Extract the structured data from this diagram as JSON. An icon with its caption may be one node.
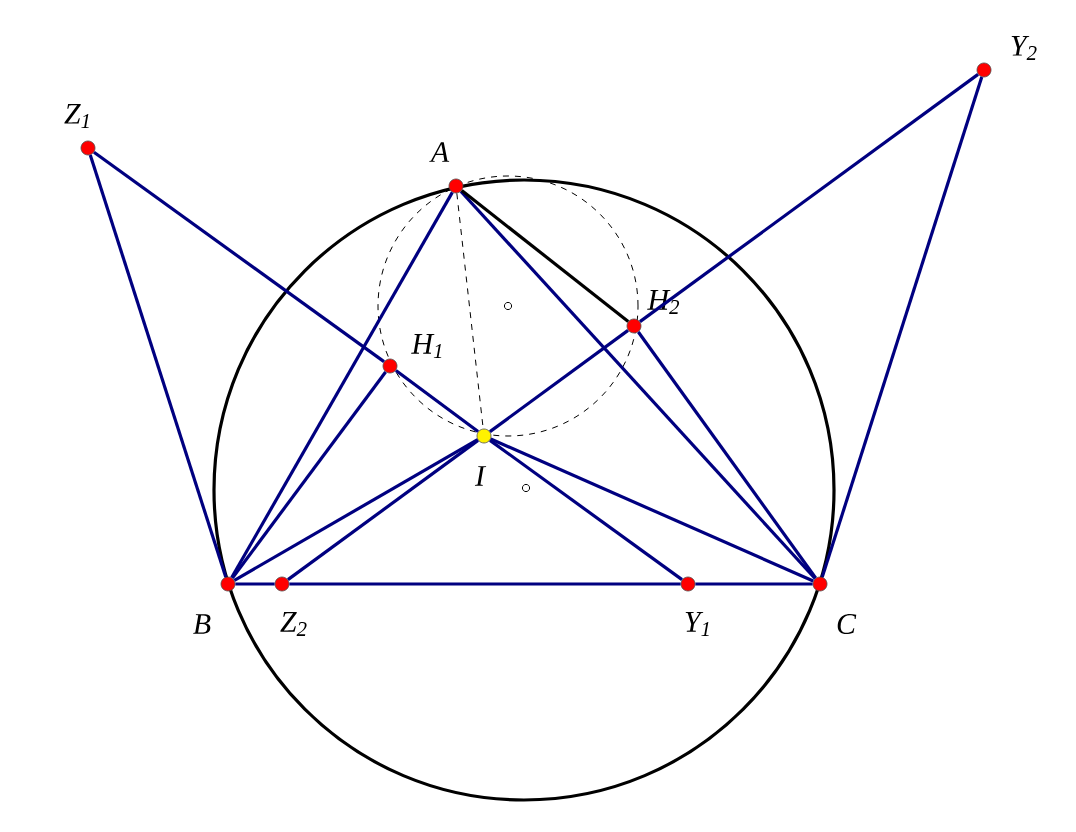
{
  "diagram": {
    "nodes": [
      {
        "text": [
          "A"
        ]
      },
      {
        "text": [
          "B"
        ]
      },
      {
        "text": [
          "C"
        ]
      },
      {
        "text": [
          "I"
        ]
      },
      {
        "text": [
          "H$_{1}$"
        ]
      },
      {
        "text": [
          "H$_{2}$"
        ]
      },
      {
        "text": [
          "Z$_{1}$"
        ]
      },
      {
        "text": [
          "Y$_{1}$"
        ]
      },
      {
        "text": [
          "Z$_{2}$"
        ]
      },
      {
        "text": [
          "Y$_{2}$"
        ]
      }
    ],
    "edges": [
      {
        "from": 6,
        "to": 1,
        "arrow": "none"
      },
      {
        "from": 6,
        "to": 4,
        "arrow": "none"
      },
      {
        "from": 4,
        "to": 3,
        "arrow": "none"
      },
      {
        "from": 3,
        "to": 7,
        "arrow": "none"
      },
      {
        "from": 9,
        "to": 2,
        "arrow": "none"
      },
      {
        "from": 9,
        "to": 5,
        "arrow": "none"
      },
      {
        "from": 5,
        "to": 3,
        "arrow": "none"
      },
      {
        "from": 3,
        "to": 8,
        "arrow": "none"
      },
      {
        "from": 1,
        "to": 8,
        "arrow": "none"
      },
      {
        "from": 8,
        "to": 7,
        "arrow": "none"
      },
      {
        "from": 7,
        "to": 2,
        "arrow": "none"
      },
      {
        "from": 0,
        "to": 1,
        "arrow": "none"
      },
      {
        "from": 0,
        "to": 2,
        "arrow": "none"
      },
      {
        "from": 1,
        "to": 4,
        "arrow": "none"
      },
      {
        "from": 1,
        "to": 3,
        "arrow": "none"
      },
      {
        "from": 2,
        "to": 3,
        "arrow": "none"
      },
      {
        "from": 2,
        "to": 5,
        "arrow": "none"
      },
      {
        "from": 0,
        "to": 5,
        "arrow": "none",
        "color": "#000000"
      },
      {
        "from": 0,
        "to": 3,
        "arrow": "none",
        "style": "dashed",
        "color": "#000000"
      }
    ]
  }
}
